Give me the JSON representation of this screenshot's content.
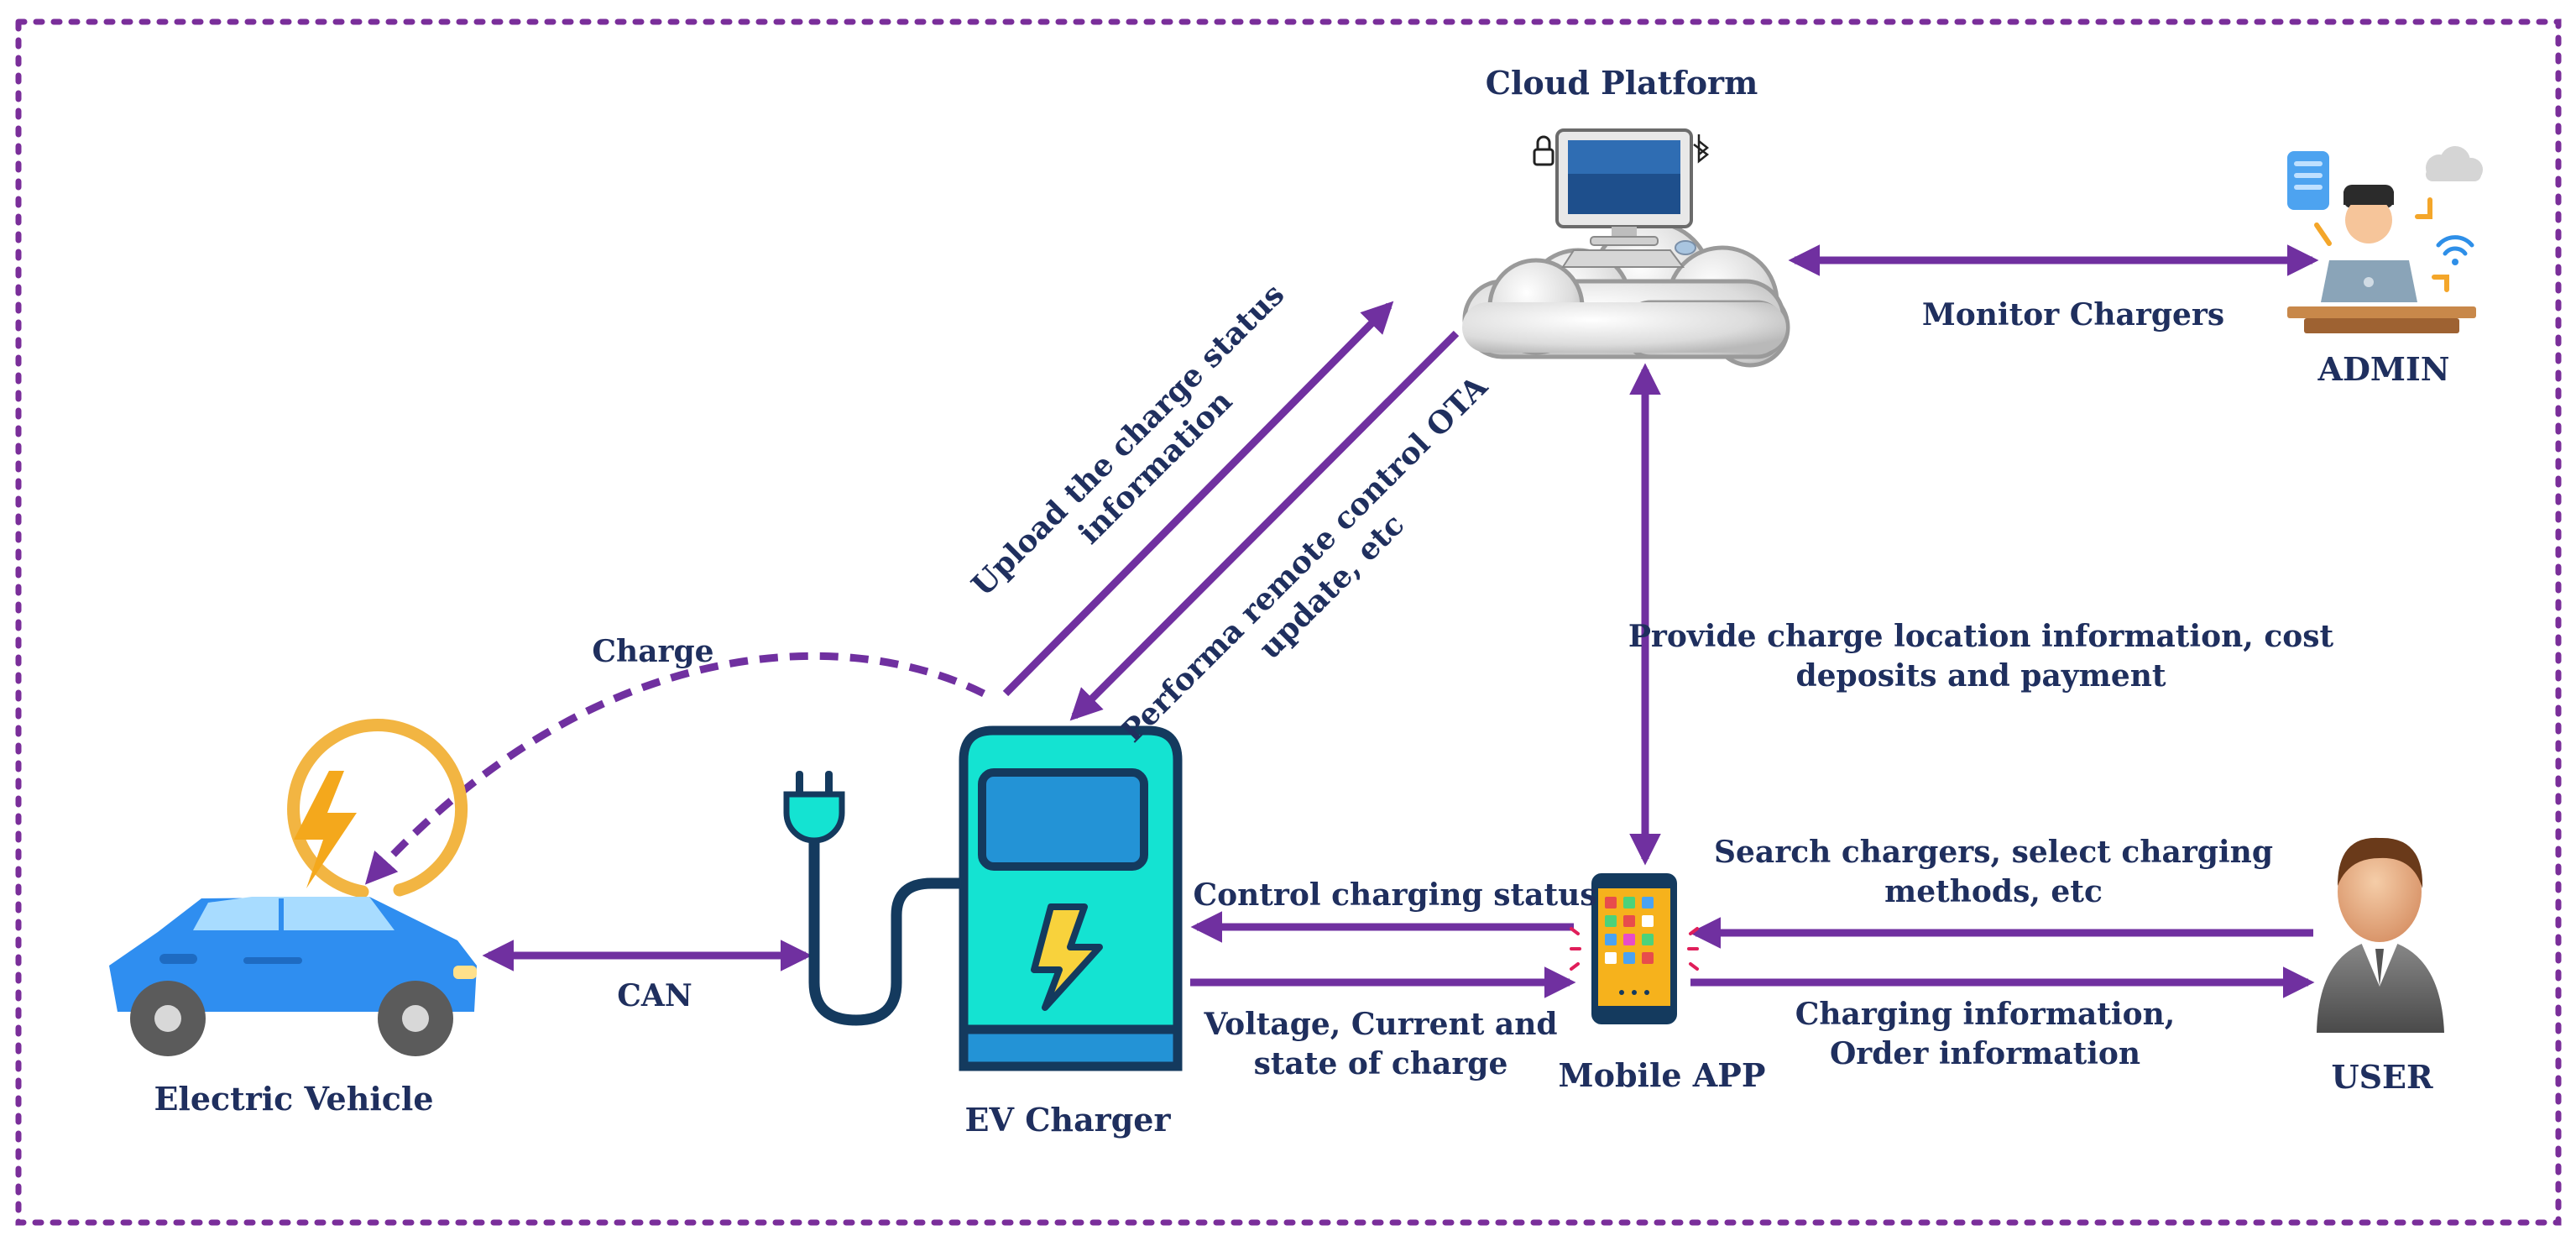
{
  "colors": {
    "arrow": "#7030a0",
    "border": "#7a2e9a",
    "text": "#1f2f5e",
    "car_blue": "#2f8ef0",
    "charger_teal": "#14e3d2",
    "charger_outline": "#143a5e",
    "bolt_yellow": "#f8c83c",
    "phone_orange": "#f6b21c"
  },
  "nodes": {
    "cloud": {
      "label": "Cloud Platform",
      "icon": "cloud-computer-icon"
    },
    "admin": {
      "label": "ADMIN",
      "icon": "admin-workstation-icon"
    },
    "vehicle": {
      "label": "Electric Vehicle",
      "icon": "electric-car-icon"
    },
    "charger": {
      "label": "EV Charger",
      "icon": "ev-charger-icon"
    },
    "mobile": {
      "label": "Mobile APP",
      "icon": "smartphone-icon"
    },
    "user": {
      "label": "USER",
      "icon": "user-avatar-icon"
    }
  },
  "edges": {
    "monitor": {
      "label": "Monitor Chargers"
    },
    "upload": {
      "line1": "Upload the charge status",
      "line2": "information"
    },
    "remote": {
      "line1": "Performa remote control OTA",
      "line2": "update, etc"
    },
    "provide": {
      "line1": "Provide charge location information, cost",
      "line2": "deposits and payment"
    },
    "charge": {
      "label": "Charge"
    },
    "can": {
      "label": "CAN"
    },
    "control": {
      "label": "Control charging status"
    },
    "voltage": {
      "line1": "Voltage, Current and",
      "line2": "state of charge"
    },
    "search": {
      "line1": "Search chargers, select charging",
      "line2": "methods, etc"
    },
    "info": {
      "line1": "Charging information,",
      "line2": "Order information"
    }
  }
}
